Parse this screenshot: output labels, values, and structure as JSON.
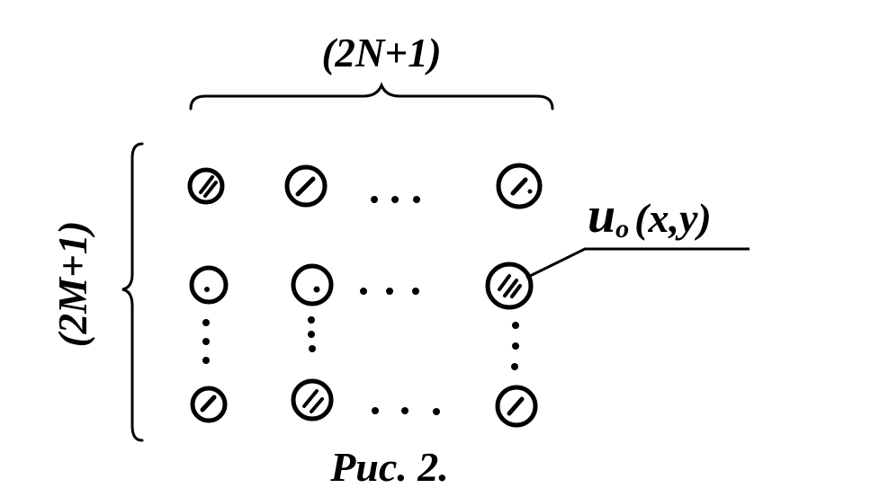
{
  "diagram": {
    "top_label": "(2N+1)",
    "side_label": "(2M+1)",
    "element_label": {
      "main": "u",
      "sub": "o",
      "args": "(x,y)"
    },
    "caption": "Рис. 2."
  },
  "colors": {
    "ink": "#000000",
    "background": "#ffffff"
  }
}
